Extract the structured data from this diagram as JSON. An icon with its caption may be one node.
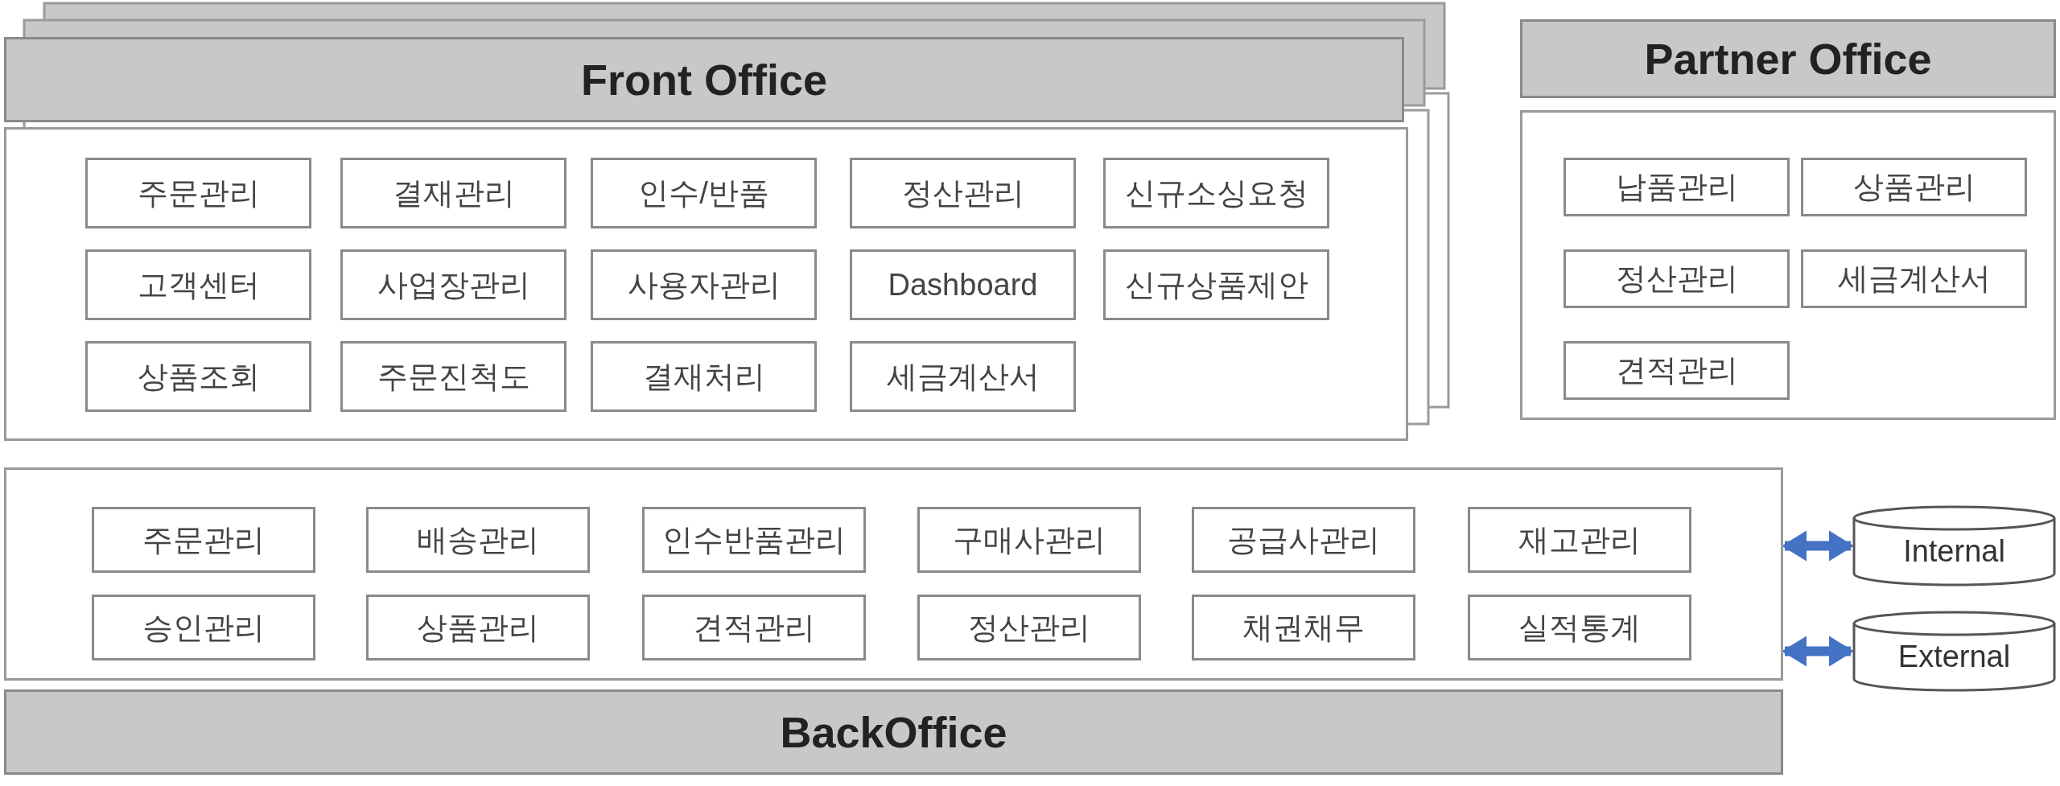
{
  "diagram": {
    "nodes": [
      {
        "text": [
          "Front Office"
        ]
      },
      {
        "text": [
          "주문관리"
        ],
        "in": 0
      },
      {
        "text": [
          "결재관리"
        ],
        "in": 0
      },
      {
        "text": [
          "인수/반품"
        ],
        "in": 0
      },
      {
        "text": [
          "정산관리"
        ],
        "in": 0
      },
      {
        "text": [
          "신규소싱요청"
        ],
        "in": 0
      },
      {
        "text": [
          "고객센터"
        ],
        "in": 0
      },
      {
        "text": [
          "사업장관리"
        ],
        "in": 0
      },
      {
        "text": [
          "사용자관리"
        ],
        "in": 0
      },
      {
        "text": [
          "Dashboard"
        ],
        "in": 0
      },
      {
        "text": [
          "신규상품제안"
        ],
        "in": 0
      },
      {
        "text": [
          "상품조회"
        ],
        "in": 0
      },
      {
        "text": [
          "주문진척도"
        ],
        "in": 0
      },
      {
        "text": [
          "결재처리"
        ],
        "in": 0
      },
      {
        "text": [
          "세금계산서"
        ],
        "in": 0
      },
      {
        "text": [
          "Partner Office"
        ]
      },
      {
        "text": [
          "납품관리"
        ],
        "in": 15
      },
      {
        "text": [
          "상품관리"
        ],
        "in": 15
      },
      {
        "text": [
          "정산관리"
        ],
        "in": 15
      },
      {
        "text": [
          "세금계산서"
        ],
        "in": 15
      },
      {
        "text": [
          "견적관리"
        ],
        "in": 15
      },
      {
        "text": [
          "BackOffice"
        ]
      },
      {
        "text": [
          "주문관리"
        ],
        "in": 21
      },
      {
        "text": [
          "배송관리"
        ],
        "in": 21
      },
      {
        "text": [
          "인수반품관리"
        ],
        "in": 21
      },
      {
        "text": [
          "구매사관리"
        ],
        "in": 21
      },
      {
        "text": [
          "공급사관리"
        ],
        "in": 21
      },
      {
        "text": [
          "재고관리"
        ],
        "in": 21
      },
      {
        "text": [
          "승인관리"
        ],
        "in": 21
      },
      {
        "text": [
          "상품관리"
        ],
        "in": 21
      },
      {
        "text": [
          "견적관리"
        ],
        "in": 21
      },
      {
        "text": [
          "정산관리"
        ],
        "in": 21
      },
      {
        "text": [
          "채권채무"
        ],
        "in": 21
      },
      {
        "text": [
          "실적통계"
        ],
        "in": 21
      },
      {
        "text": [
          "Internal"
        ]
      },
      {
        "text": [
          "External"
        ]
      }
    ],
    "edges": [
      {
        "from": 21,
        "to": 34,
        "arrow": "both",
        "color": "#4472c4"
      },
      {
        "from": 21,
        "to": 35,
        "arrow": "both",
        "color": "#4472c4"
      }
    ]
  }
}
